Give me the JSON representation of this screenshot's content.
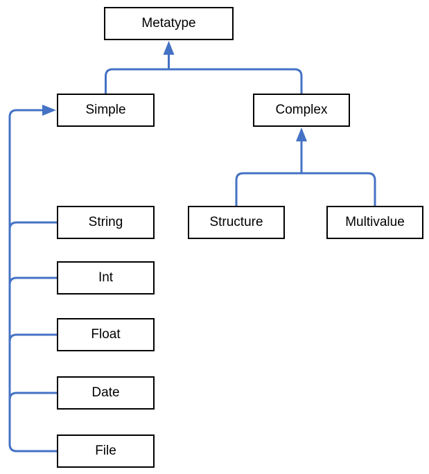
{
  "diagram": {
    "type": "hierarchy",
    "nodes": [
      {
        "id": "metatype",
        "label": "Metatype"
      },
      {
        "id": "simple",
        "label": "Simple"
      },
      {
        "id": "complex",
        "label": "Complex"
      },
      {
        "id": "string",
        "label": "String"
      },
      {
        "id": "int",
        "label": "Int"
      },
      {
        "id": "float",
        "label": "Float"
      },
      {
        "id": "date",
        "label": "Date"
      },
      {
        "id": "file",
        "label": "File"
      },
      {
        "id": "structure",
        "label": "Structure"
      },
      {
        "id": "multivalue",
        "label": "Multivalue"
      }
    ],
    "edges": [
      {
        "from": "simple",
        "to": "metatype"
      },
      {
        "from": "complex",
        "to": "metatype"
      },
      {
        "from": "structure",
        "to": "complex"
      },
      {
        "from": "multivalue",
        "to": "complex"
      },
      {
        "from": "string",
        "to": "simple"
      },
      {
        "from": "int",
        "to": "simple"
      },
      {
        "from": "float",
        "to": "simple"
      },
      {
        "from": "date",
        "to": "simple"
      },
      {
        "from": "file",
        "to": "simple"
      }
    ],
    "colors": {
      "connector": "#4472C4",
      "box_border": "#000000",
      "box_fill": "#FFFFFF",
      "text": "#000000",
      "background": "#FFFFFF"
    }
  }
}
